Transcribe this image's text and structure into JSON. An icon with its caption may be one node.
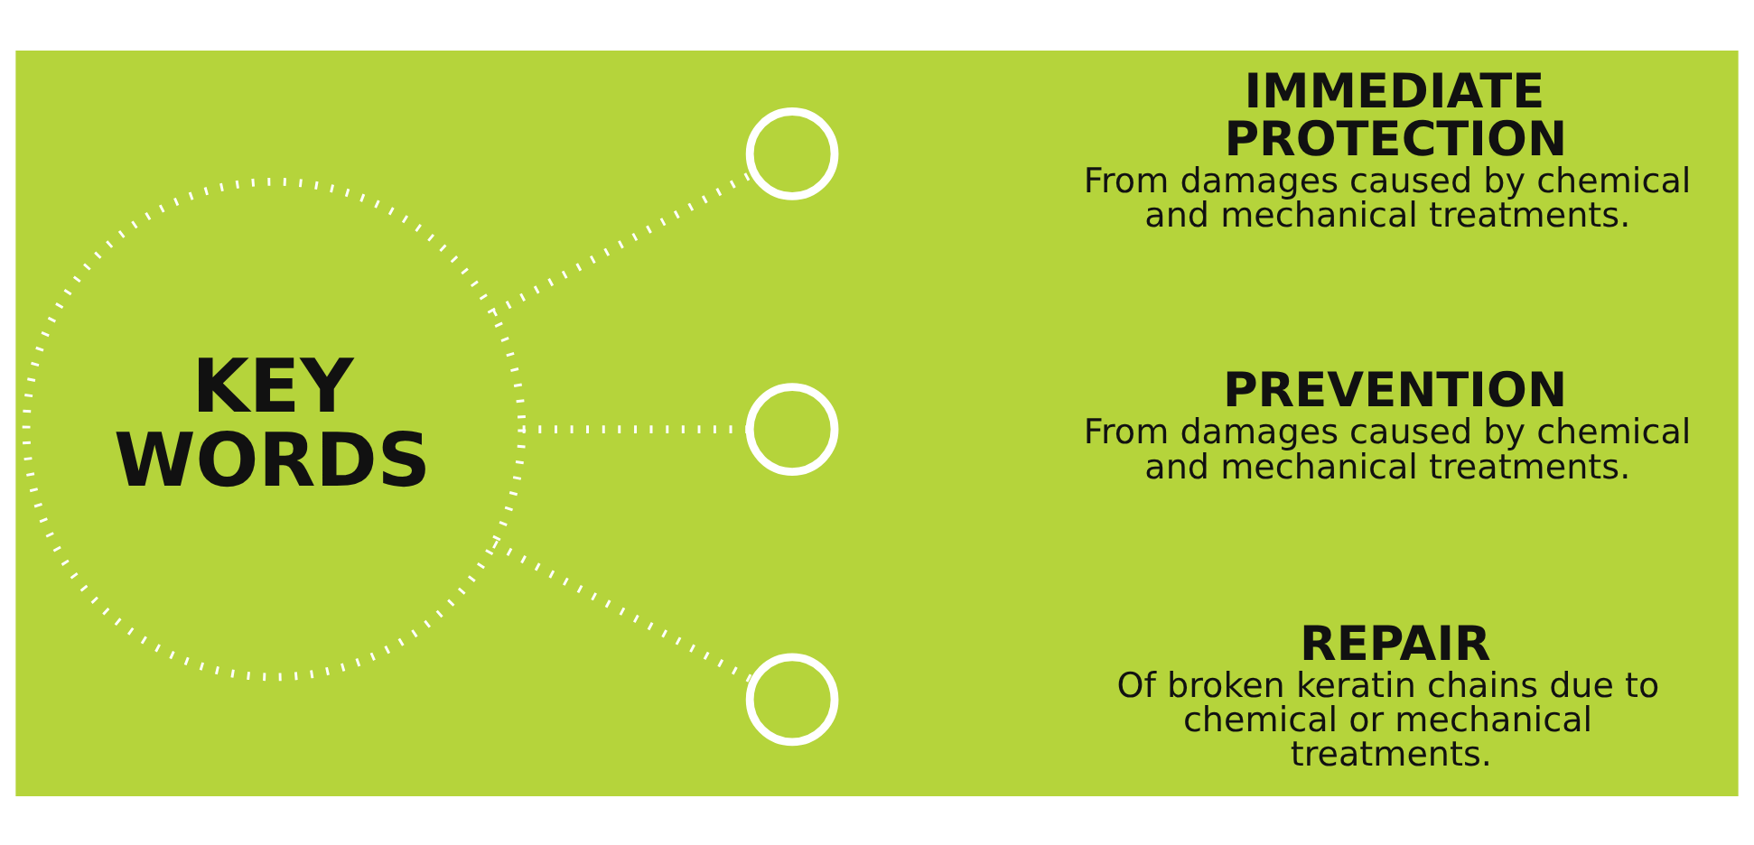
{
  "diagram": {
    "nodes": [
      {
        "text": [
          "KEY WORDS"
        ]
      },
      {
        "text": [],
        "shape": "circle",
        "beside": [
          "IMMEDIATE PROTECTION",
          "From damages caused by chemical and mechanical treatments."
        ]
      },
      {
        "text": [],
        "shape": "circle",
        "beside": [
          "PREVENTION",
          "From damages caused by chemical and mechanical treatments."
        ]
      },
      {
        "text": [],
        "shape": "circle",
        "beside": [
          "REPAIR",
          "Of broken keratin chains due to chemical or mechanical treatments."
        ]
      }
    ],
    "edges": [
      {
        "from": 0,
        "to": 1,
        "arrow": "none",
        "style": "dashed"
      },
      {
        "from": 0,
        "to": 2,
        "arrow": "none",
        "style": "dashed"
      },
      {
        "from": 0,
        "to": 3,
        "arrow": "none",
        "style": "dashed"
      }
    ]
  }
}
